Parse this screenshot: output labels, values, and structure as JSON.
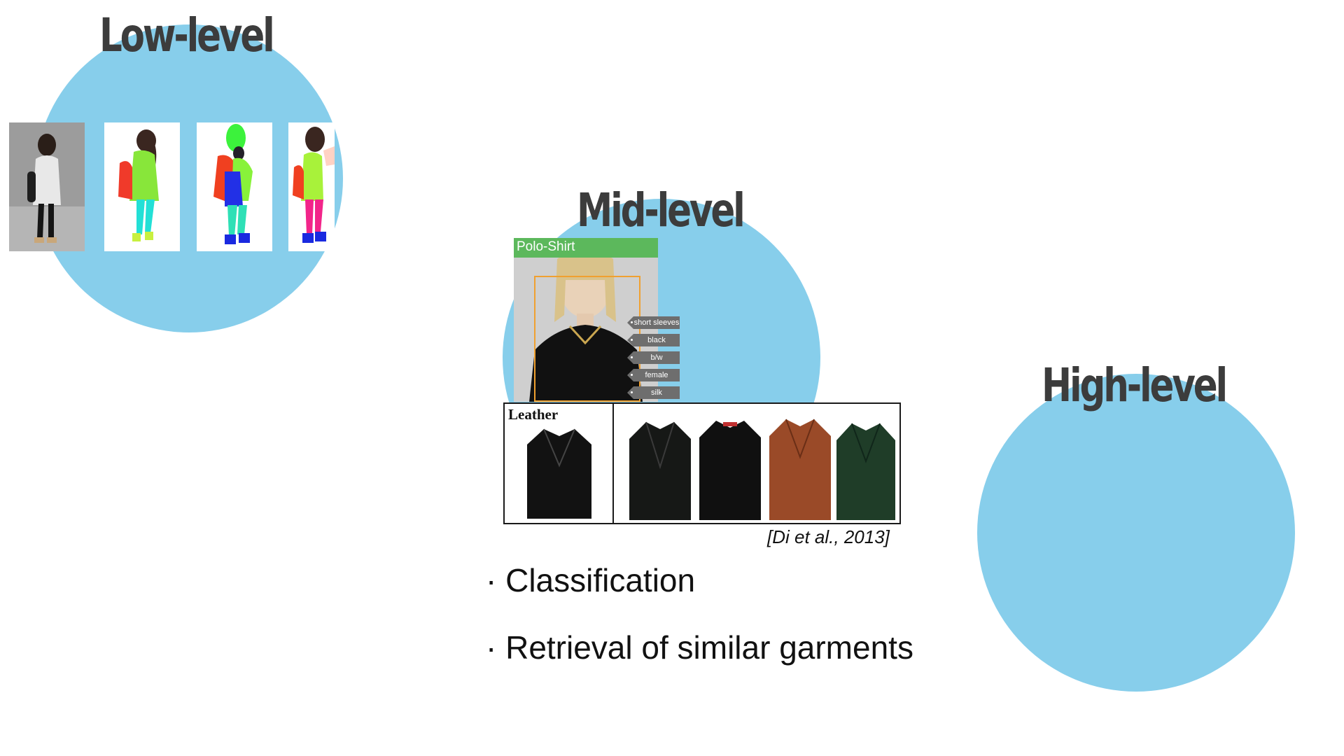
{
  "sections": {
    "low": {
      "title": "Low-level"
    },
    "mid": {
      "title": "Mid-level",
      "polo_label": "Polo-Shirt",
      "tags": [
        "short sleeves",
        "black",
        "b/w",
        "female",
        "silk"
      ],
      "leather_label": "Leather",
      "citation": "[Di et al., 2013]",
      "bullets": [
        "· Classification",
        "· Retrieval of similar garments"
      ]
    },
    "high": {
      "title": "High-level"
    }
  },
  "colors": {
    "circle": "#87CEEB",
    "heading": "#3c3c3c",
    "polo_band": "#5cb85c"
  }
}
